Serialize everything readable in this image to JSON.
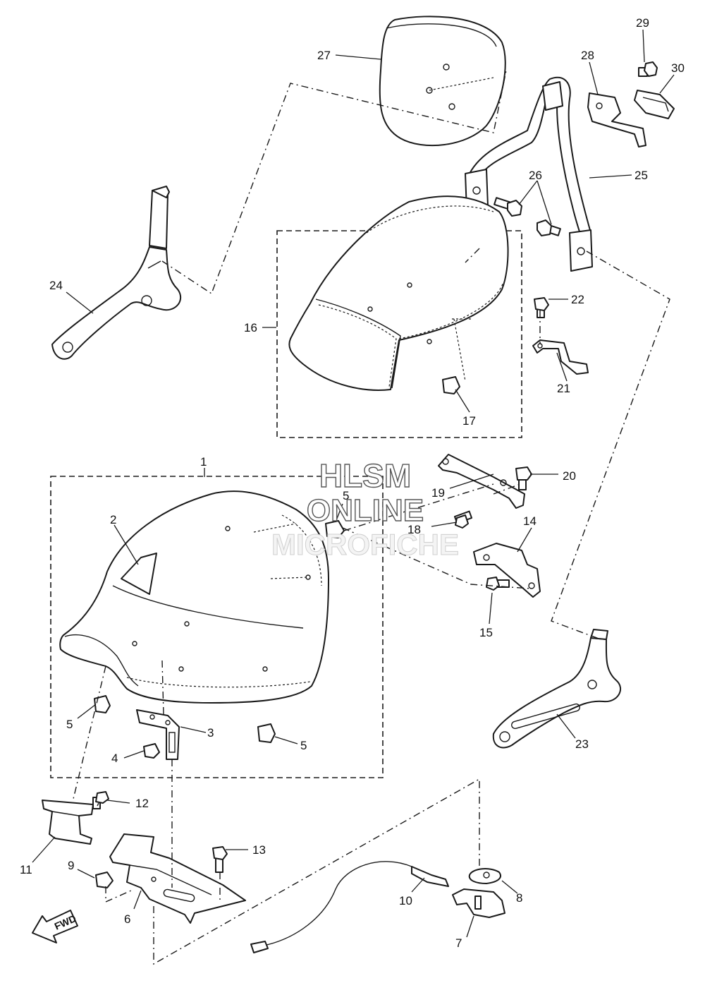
{
  "watermark": {
    "line1": "HLSM",
    "line2": "ONLINE",
    "line3": "MICROFICHE"
  },
  "direction_label": "FWD",
  "callouts": {
    "n1": "1",
    "n2": "2",
    "n3": "3",
    "n4": "4",
    "n5a": "5",
    "n5b": "5",
    "n5c": "5",
    "n6": "6",
    "n7": "7",
    "n8": "8",
    "n9": "9",
    "n10": "10",
    "n11": "11",
    "n12": "12",
    "n13": "13",
    "n14": "14",
    "n15": "15",
    "n16": "16",
    "n17": "17",
    "n18": "18",
    "n19": "19",
    "n20": "20",
    "n21": "21",
    "n22": "22",
    "n23": "23",
    "n24": "24",
    "n25": "25",
    "n26": "26",
    "n27": "27",
    "n28": "28",
    "n29": "29",
    "n30": "30"
  }
}
